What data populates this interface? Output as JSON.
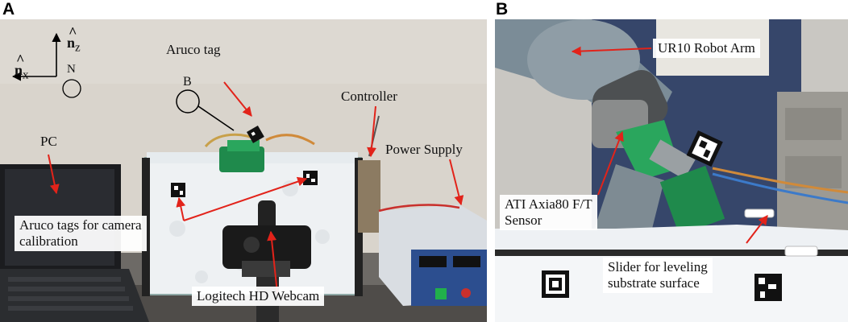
{
  "panels": [
    {
      "letter": "A"
    },
    {
      "letter": "B"
    }
  ],
  "panel_a": {
    "axes": {
      "nz_base": "n",
      "nz_sub": "z",
      "nx_base": "n",
      "nx_sub": "x",
      "hat": "^",
      "n_circle": "N"
    },
    "b_circle": "B",
    "labels": {
      "aruco_tag": "Aruco tag",
      "controller": "Controller",
      "pc": "PC",
      "power_supply": "Power Supply",
      "aruco_tags_calibration_line1": "Aruco tags for camera",
      "aruco_tags_calibration_line2": "calibration",
      "webcam": "Logitech HD Webcam"
    }
  },
  "panel_b": {
    "labels": {
      "robot_arm": "UR10 Robot Arm",
      "sensor_line1": "ATI Axia80 F/T",
      "sensor_line2": "Sensor",
      "slider_line1": "Slider for leveling",
      "slider_line2": "substrate surface"
    }
  },
  "colors": {
    "arrow": "#e2231a",
    "wall_a": "#d9d4cc",
    "wall_b": "#3b4a6b",
    "substrate": "#f4f6f8"
  }
}
